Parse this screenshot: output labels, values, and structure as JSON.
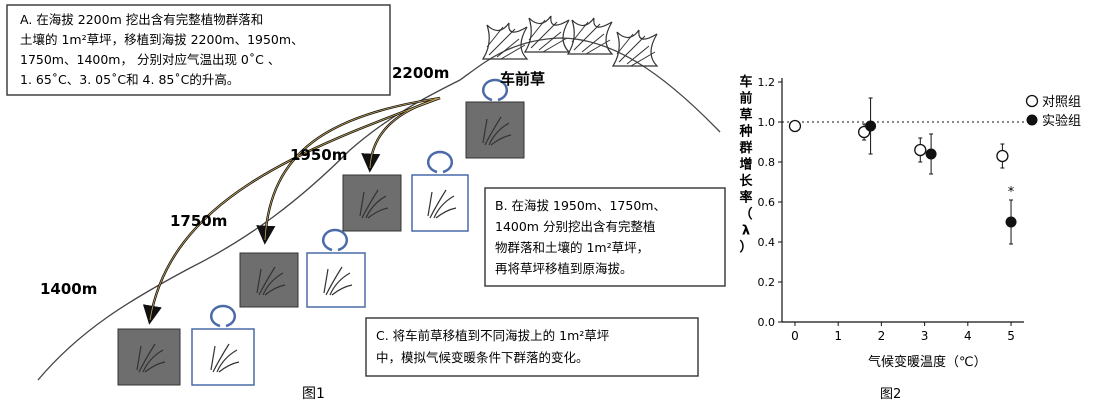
{
  "figure1": {
    "caption": "图1",
    "plant_label": "车前草",
    "altitudes": [
      "2200m",
      "1950m",
      "1750m",
      "1400m"
    ],
    "box_a_lines": [
      "A. 在海拔 2200m 挖出含有完整植物群落和",
      "土壤的 1m²草坪，移植到海拔 2200m、1950m、",
      "1750m、1400m，  分别对应气温出现 0˚C 、",
      "1. 65˚C、3. 05˚C和 4. 85˚C的升高。"
    ],
    "box_b_lines": [
      "B. 在海拔 1950m、1750m、",
      "1400m 分别挖出含有完整植",
      "物群落和土壤的 1m²草坪，",
      "再将草坪移植到原海拔。"
    ],
    "box_c_lines": [
      "C. 将车前草移植到不同海拔上的 1m²草坪",
      "中，模拟气候变暖条件下群落的变化。"
    ]
  },
  "figure2": {
    "caption": "图2",
    "ylabel": "车前草种群增长率（λ）",
    "xlabel": "气候变暖温度（℃）",
    "legend": [
      "对照组",
      "实验组"
    ],
    "significance_mark": "*"
  },
  "chart_data": {
    "type": "scatter",
    "xlabel": "气候变暖温度（℃）",
    "ylabel": "车前草种群增长率（λ）",
    "x_ticks": [
      "0",
      "1",
      "2",
      "3",
      "4",
      "5"
    ],
    "y_ticks": [
      "0.0",
      "0.2",
      "0.4",
      "0.6",
      "0.8",
      "1.0",
      "1.2"
    ],
    "xlim": [
      -0.3,
      5.3
    ],
    "ylim": [
      0,
      1.2
    ],
    "reference_line": 1.0,
    "legend_position": "top-right",
    "series": [
      {
        "name": "对照组",
        "marker": "open-circle",
        "x": [
          0,
          1.6,
          2.9,
          4.8
        ],
        "y": [
          0.98,
          0.95,
          0.86,
          0.83
        ],
        "err": [
          0.02,
          0.04,
          0.06,
          0.06
        ]
      },
      {
        "name": "实验组",
        "marker": "filled-circle",
        "x": [
          1.75,
          3.15,
          5.0
        ],
        "y": [
          0.98,
          0.84,
          0.5
        ],
        "err": [
          0.14,
          0.1,
          0.11
        ]
      }
    ]
  }
}
